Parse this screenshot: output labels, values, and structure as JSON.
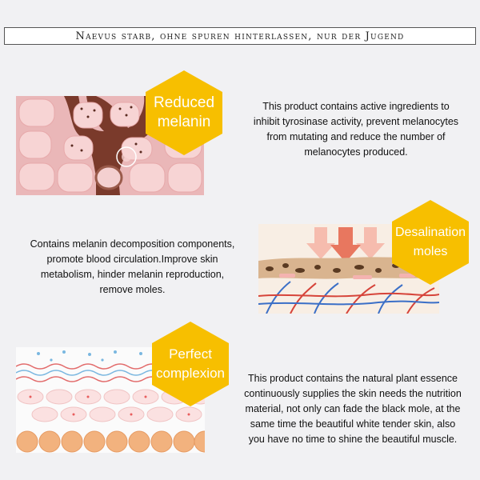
{
  "banner": {
    "title": "Naevus starb, ohne spuren hinterlassen, nur der Jugend"
  },
  "sections": [
    {
      "badge": [
        "Reduced",
        "melanin"
      ],
      "description": [
        "This product contains active ingredients to",
        "inhibit tyrosinase activity, prevent melanocytes",
        "from mutating and reduce the number of",
        "melanocytes produced."
      ]
    },
    {
      "badge": [
        "Desalination",
        "moles"
      ],
      "description": [
        "Contains melanin decomposition components,",
        "promote blood circulation.Improve skin",
        "metabolism, hinder melanin reproduction,",
        "remove moles."
      ]
    },
    {
      "badge": [
        "Perfect",
        "complexion"
      ],
      "description": [
        "This product contains the natural plant essence",
        "continuously supplies the skin needs the nutrition",
        "material, not only can fade the black mole, at the",
        "same time the beautiful white tender skin, also",
        "you have no time to shine the beautiful muscle."
      ]
    }
  ],
  "colors": {
    "badge": "#f7bf00",
    "cell": "#f3c8c9",
    "melanocyte": "#7a3a2b",
    "arrow": "#ef8d78"
  }
}
